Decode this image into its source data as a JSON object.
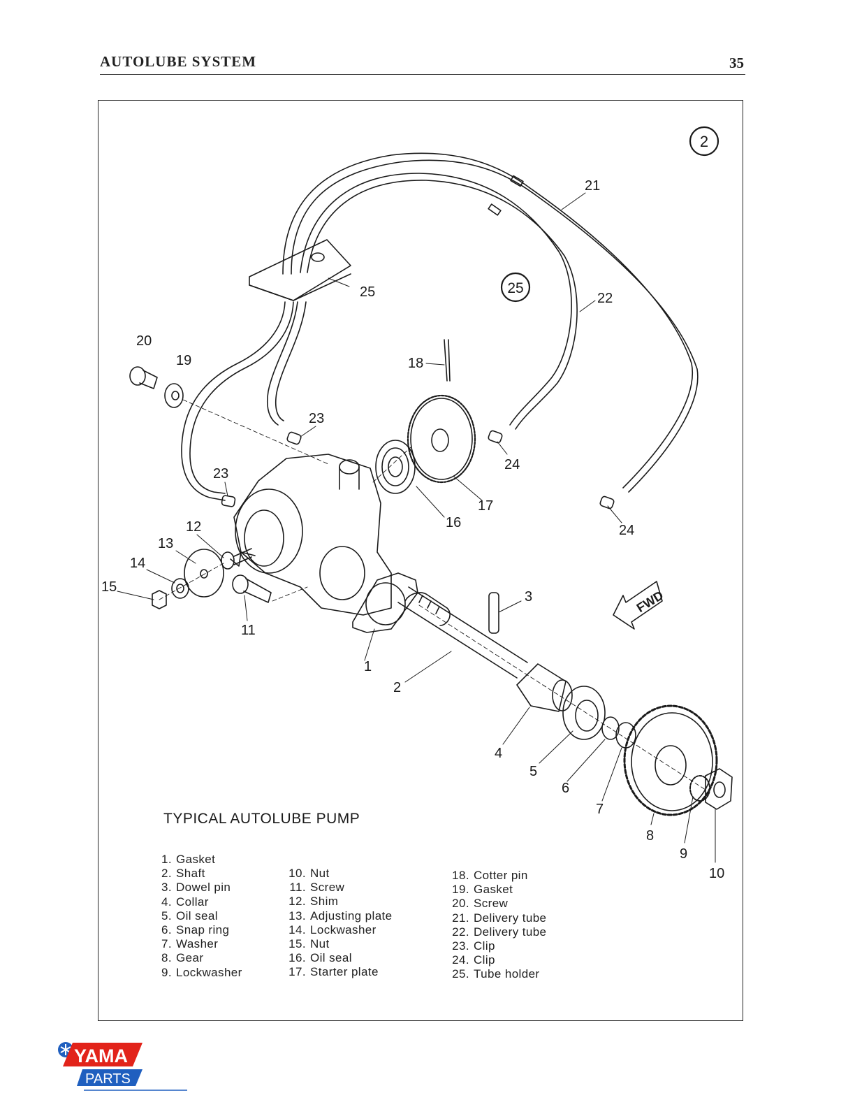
{
  "header": {
    "section_title": "AUTOLUBE SYSTEM",
    "page_number": "35"
  },
  "figure": {
    "figure_number": "2",
    "view_callout": "25",
    "fwd_label": "FWD",
    "caption": "TYPICAL AUTOLUBE PUMP",
    "callouts": [
      "1",
      "2",
      "3",
      "4",
      "5",
      "6",
      "7",
      "8",
      "9",
      "10",
      "11",
      "12",
      "13",
      "14",
      "15",
      "16",
      "17",
      "18",
      "19",
      "20",
      "21",
      "22",
      "23",
      "23",
      "24",
      "24",
      "25"
    ]
  },
  "legend": {
    "col1": [
      {
        "n": "1.",
        "label": "Gasket"
      },
      {
        "n": "2.",
        "label": "Shaft"
      },
      {
        "n": "3.",
        "label": "Dowel pin"
      },
      {
        "n": "4.",
        "label": "Collar"
      },
      {
        "n": "5.",
        "label": "Oil seal"
      },
      {
        "n": "6.",
        "label": "Snap ring"
      },
      {
        "n": "7.",
        "label": "Washer"
      },
      {
        "n": "8.",
        "label": "Gear"
      },
      {
        "n": "9.",
        "label": "Lockwasher"
      }
    ],
    "col2": [
      {
        "n": "10.",
        "label": "Nut"
      },
      {
        "n": "11.",
        "label": "Screw"
      },
      {
        "n": "12.",
        "label": "Shim"
      },
      {
        "n": "13.",
        "label": "Adjusting plate"
      },
      {
        "n": "14.",
        "label": "Lockwasher"
      },
      {
        "n": "15.",
        "label": "Nut"
      },
      {
        "n": "16.",
        "label": "Oil seal"
      },
      {
        "n": "17.",
        "label": "Starter plate"
      }
    ],
    "col3": [
      {
        "n": "18.",
        "label": "Cotter pin"
      },
      {
        "n": "19.",
        "label": "Gasket"
      },
      {
        "n": "20.",
        "label": "Screw"
      },
      {
        "n": "21.",
        "label": "Delivery tube"
      },
      {
        "n": "22.",
        "label": "Delivery tube"
      },
      {
        "n": "23.",
        "label": "Clip"
      },
      {
        "n": "24.",
        "label": "Clip"
      },
      {
        "n": "25.",
        "label": "Tube holder"
      }
    ]
  },
  "logo": {
    "line1": "YAMA",
    "line2": "PARTS",
    "colors": {
      "red": "#e2231a",
      "blue": "#1f5fbf"
    }
  }
}
